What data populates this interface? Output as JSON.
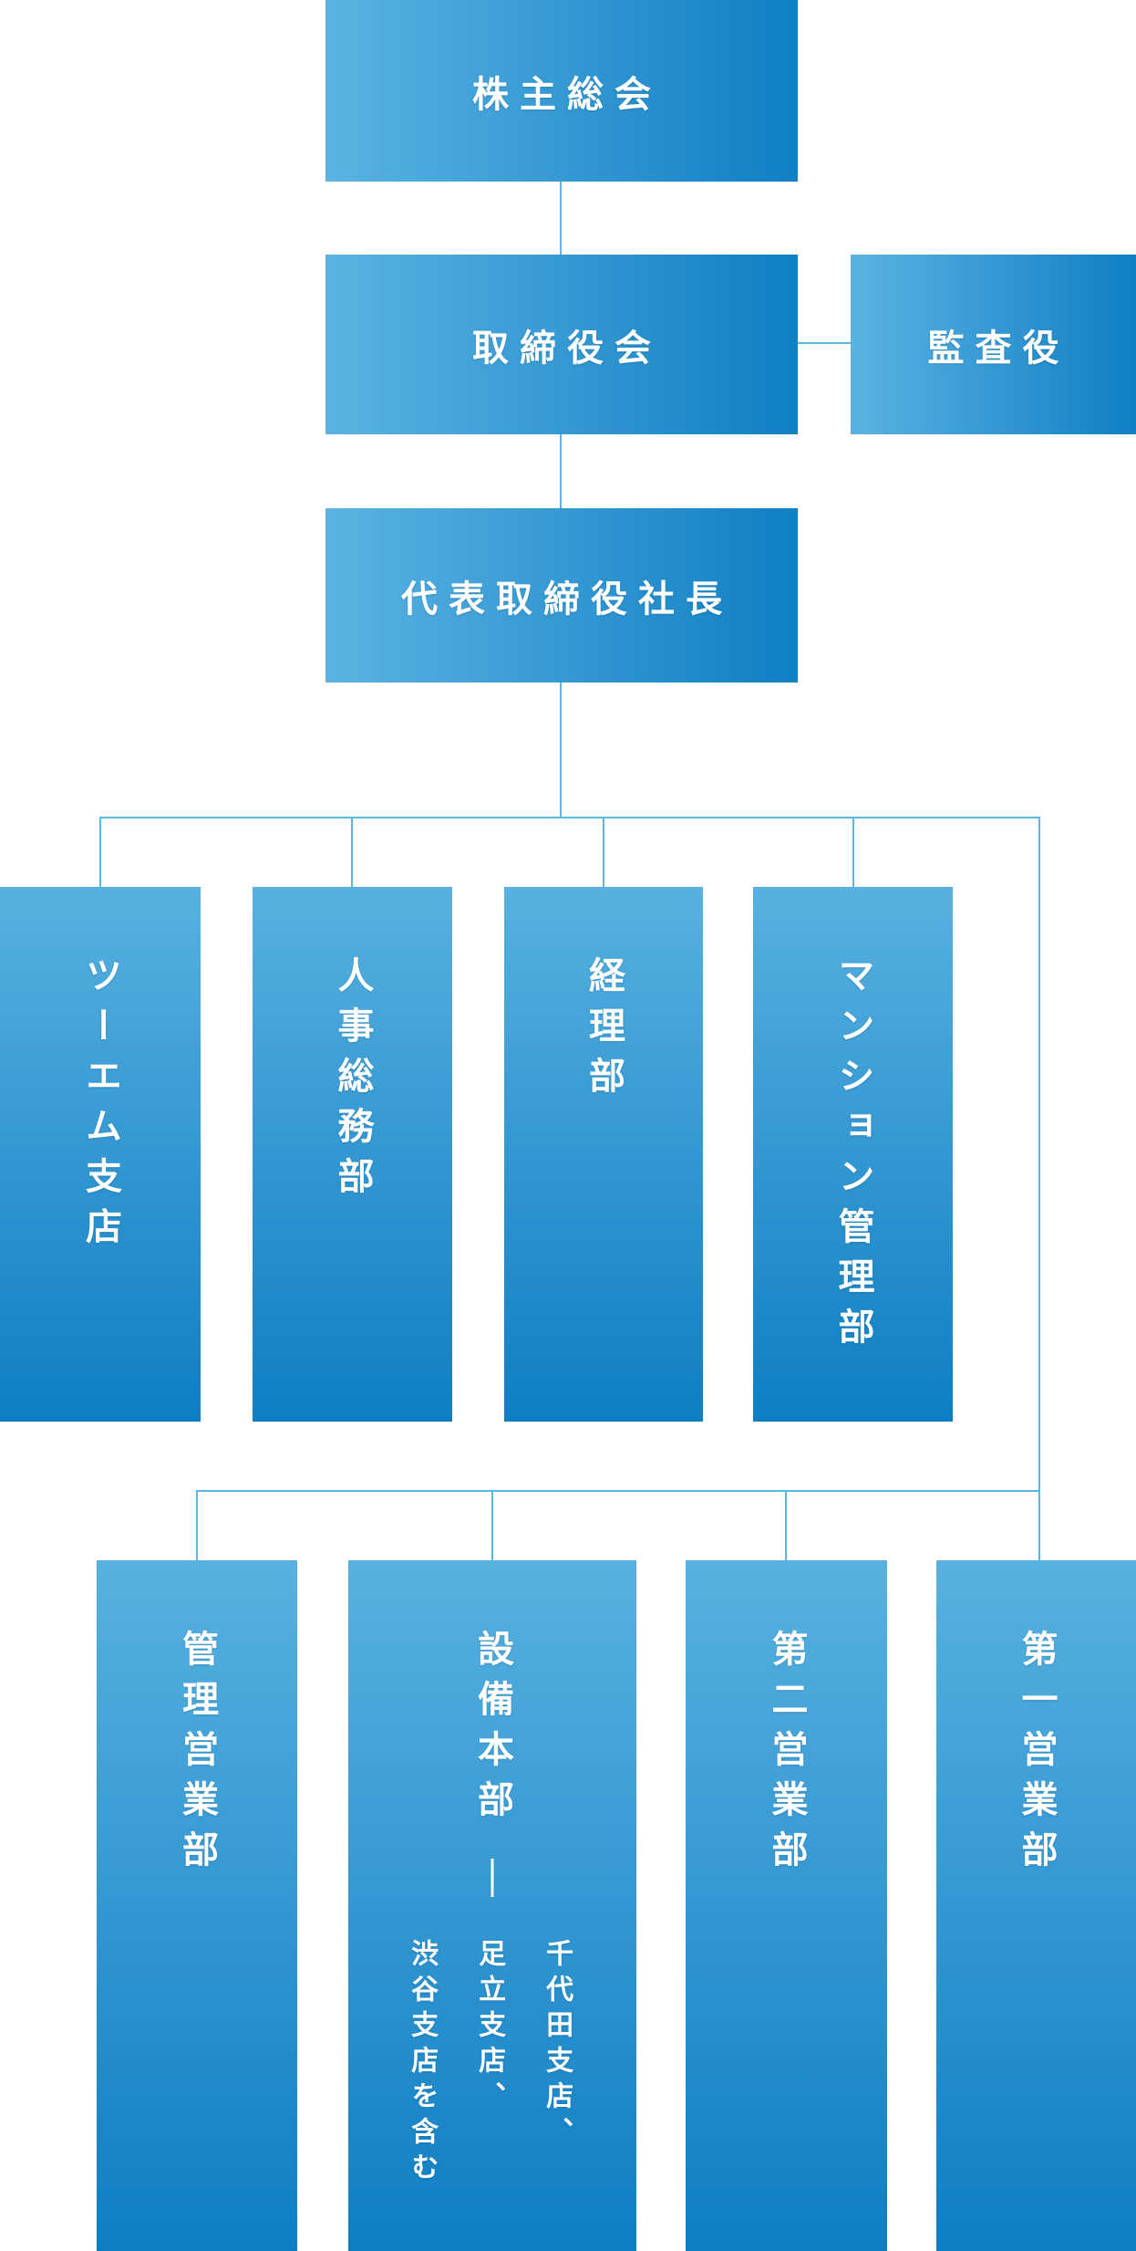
{
  "palette": {
    "gradient_light": "#5bb3e2",
    "gradient_dark": "#0f7fc4",
    "connector_line": "#5ab7e5",
    "text": "#ffffff",
    "background": "#ffffff"
  },
  "org_chart": {
    "top": {
      "shareholders_meeting": {
        "label": "株主総会"
      },
      "board_of_directors": {
        "label": "取締役会"
      },
      "auditor": {
        "label": "監査役"
      },
      "president": {
        "label": "代表取締役社長"
      }
    },
    "division_row1": [
      {
        "id": "tsuemu-branch",
        "label": "ツーエム支店"
      },
      {
        "id": "hr-general-affairs-dept",
        "label": "人事総務部"
      },
      {
        "id": "accounting-dept",
        "label": "経理部"
      },
      {
        "id": "mansion-management-dept",
        "label": "マンション管理部"
      }
    ],
    "division_row2": [
      {
        "id": "management-sales-dept",
        "label": "管理営業部"
      },
      {
        "id": "facilities-headquarters",
        "label": "設備本部",
        "note": "千代田支店、足立支店、渋谷支店を含む",
        "note_columns": [
          "千代田支店、",
          "足立支店、",
          "渋谷支店を含む"
        ]
      },
      {
        "id": "second-sales-dept",
        "label": "第二営業部"
      },
      {
        "id": "first-sales-dept",
        "label": "第一営業部"
      }
    ]
  }
}
